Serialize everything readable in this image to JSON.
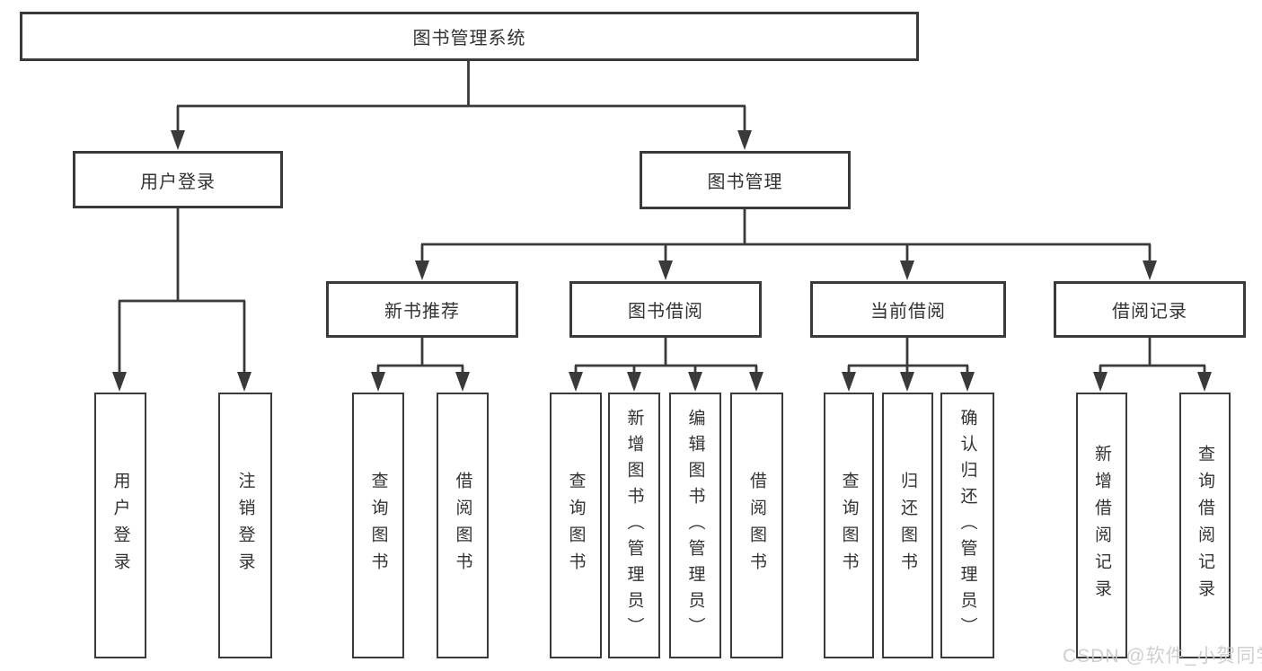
{
  "diagram": {
    "root": {
      "label": "图书管理系统"
    },
    "branches": [
      {
        "label": "用户登录",
        "children": [
          {
            "label": "用户登录"
          },
          {
            "label": "注销登录"
          }
        ]
      },
      {
        "label": "图书管理",
        "children": [
          {
            "label": "新书推荐",
            "children": [
              {
                "label": "查询图书"
              },
              {
                "label": "借阅图书"
              }
            ]
          },
          {
            "label": "图书借阅",
            "children": [
              {
                "label": "查询图书"
              },
              {
                "label": "新增图书（管理员）"
              },
              {
                "label": "编辑图书（管理员）"
              },
              {
                "label": "借阅图书"
              }
            ]
          },
          {
            "label": "当前借阅",
            "children": [
              {
                "label": "查询图书"
              },
              {
                "label": "归还图书"
              },
              {
                "label": "确认归还（管理员）"
              }
            ]
          },
          {
            "label": "借阅记录",
            "children": [
              {
                "label": "新增借阅记录"
              },
              {
                "label": "查询借阅记录"
              }
            ]
          }
        ]
      }
    ]
  },
  "watermark": {
    "text": "CSDN @软件_小贺同学"
  },
  "colors": {
    "box_border": "#3a3a3a",
    "connector_line": "#3a3a3a",
    "text": "#333333",
    "watermark": "#c9c9c9",
    "background": "#ffffff"
  }
}
